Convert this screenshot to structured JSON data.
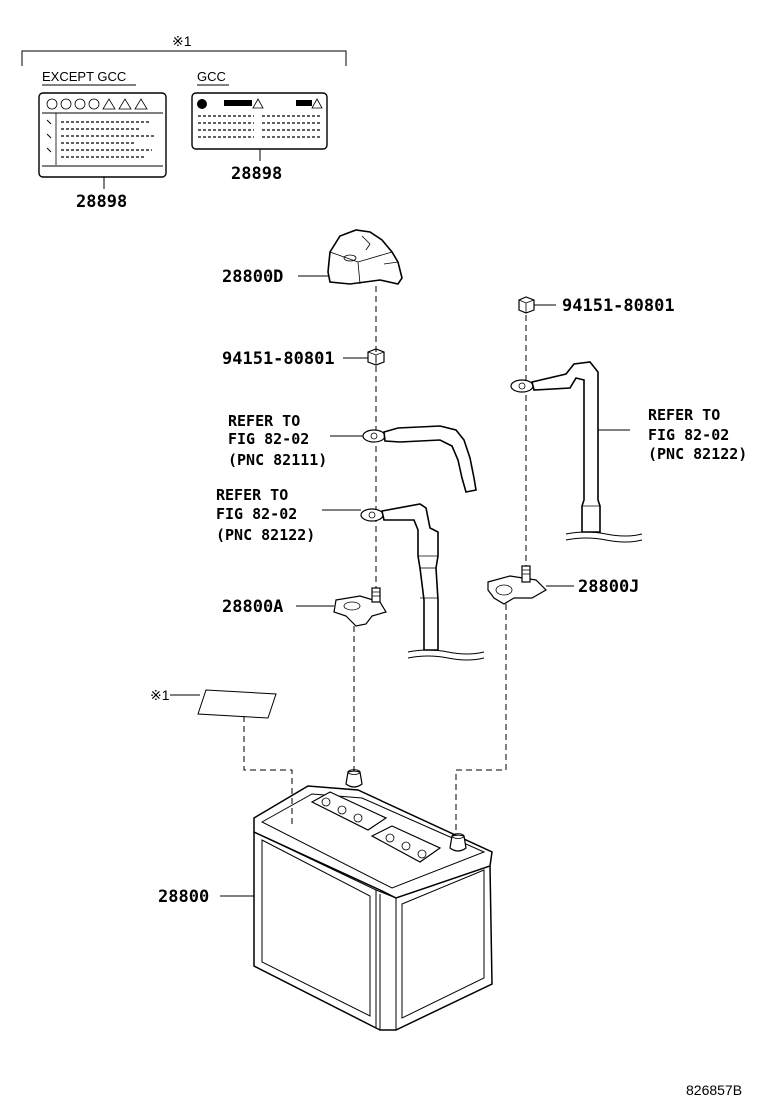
{
  "note_mark": "※1",
  "labels": {
    "except_gcc": "EXCEPT GCC",
    "gcc": "GCC",
    "label_part_left": "28898",
    "label_part_right": "28898",
    "sticker_mark": "※1"
  },
  "parts": {
    "terminal_cover": "28800D",
    "nut_left": "94151-80801",
    "nut_right": "94151-80801",
    "clamp_negative": "28800A",
    "clamp_positive": "28800J",
    "battery": "28800"
  },
  "references": {
    "cable_upper": [
      "REFER TO",
      "FIG 82-02",
      "(PNC 82111)"
    ],
    "cable_lower": [
      "REFER TO",
      "FIG 82-02",
      "(PNC 82122)"
    ],
    "cable_right": [
      "REFER TO",
      "FIG 82-02",
      "(PNC 82122)"
    ]
  },
  "illustration_code": "826857B"
}
